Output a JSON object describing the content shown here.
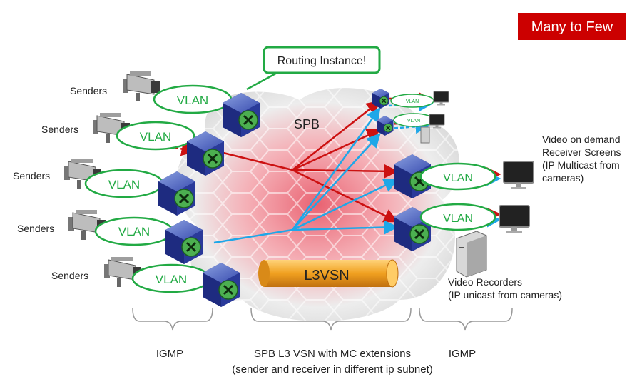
{
  "badge": {
    "text": "Many to Few",
    "color": "#cc0000"
  },
  "callout": {
    "text": "Routing Instance!",
    "border": "#22aa44"
  },
  "cloud": {
    "label": "SPB"
  },
  "senders": [
    {
      "label": "Senders",
      "vlan": "VLAN"
    },
    {
      "label": "Senders",
      "vlan": "VLAN"
    },
    {
      "label": "Senders",
      "vlan": "VLAN"
    },
    {
      "label": "Senders",
      "vlan": "VLAN"
    },
    {
      "label": "Senders",
      "vlan": "VLAN"
    }
  ],
  "receiver_vlans": [
    "VLAN",
    "VLAN",
    "VLAN",
    "VLAN"
  ],
  "tunnel": {
    "label": "L3VSN",
    "color": "#f0a020"
  },
  "receivers_text": {
    "line1": "Video on demand",
    "line2": "Receiver Screens",
    "line3": "(IP Multicast from",
    "line4": "cameras)"
  },
  "recorders_text": {
    "line1": "Video Recorders",
    "line2": "(IP unicast from cameras)"
  },
  "bottom": {
    "left": "IGMP",
    "center_line1": "SPB L3 VSN with MC extensions",
    "center_line2": "(sender and receiver in different ip subnet)",
    "right": "IGMP"
  },
  "colors": {
    "multicast_red": "#cc1111",
    "multicast_blue": "#1ea7e8",
    "vlan_green": "#22aa44",
    "switch_blue": "#2a3a9a"
  },
  "icons": [
    "camera-icon",
    "switch-icon",
    "monitor-icon",
    "server-icon"
  ]
}
